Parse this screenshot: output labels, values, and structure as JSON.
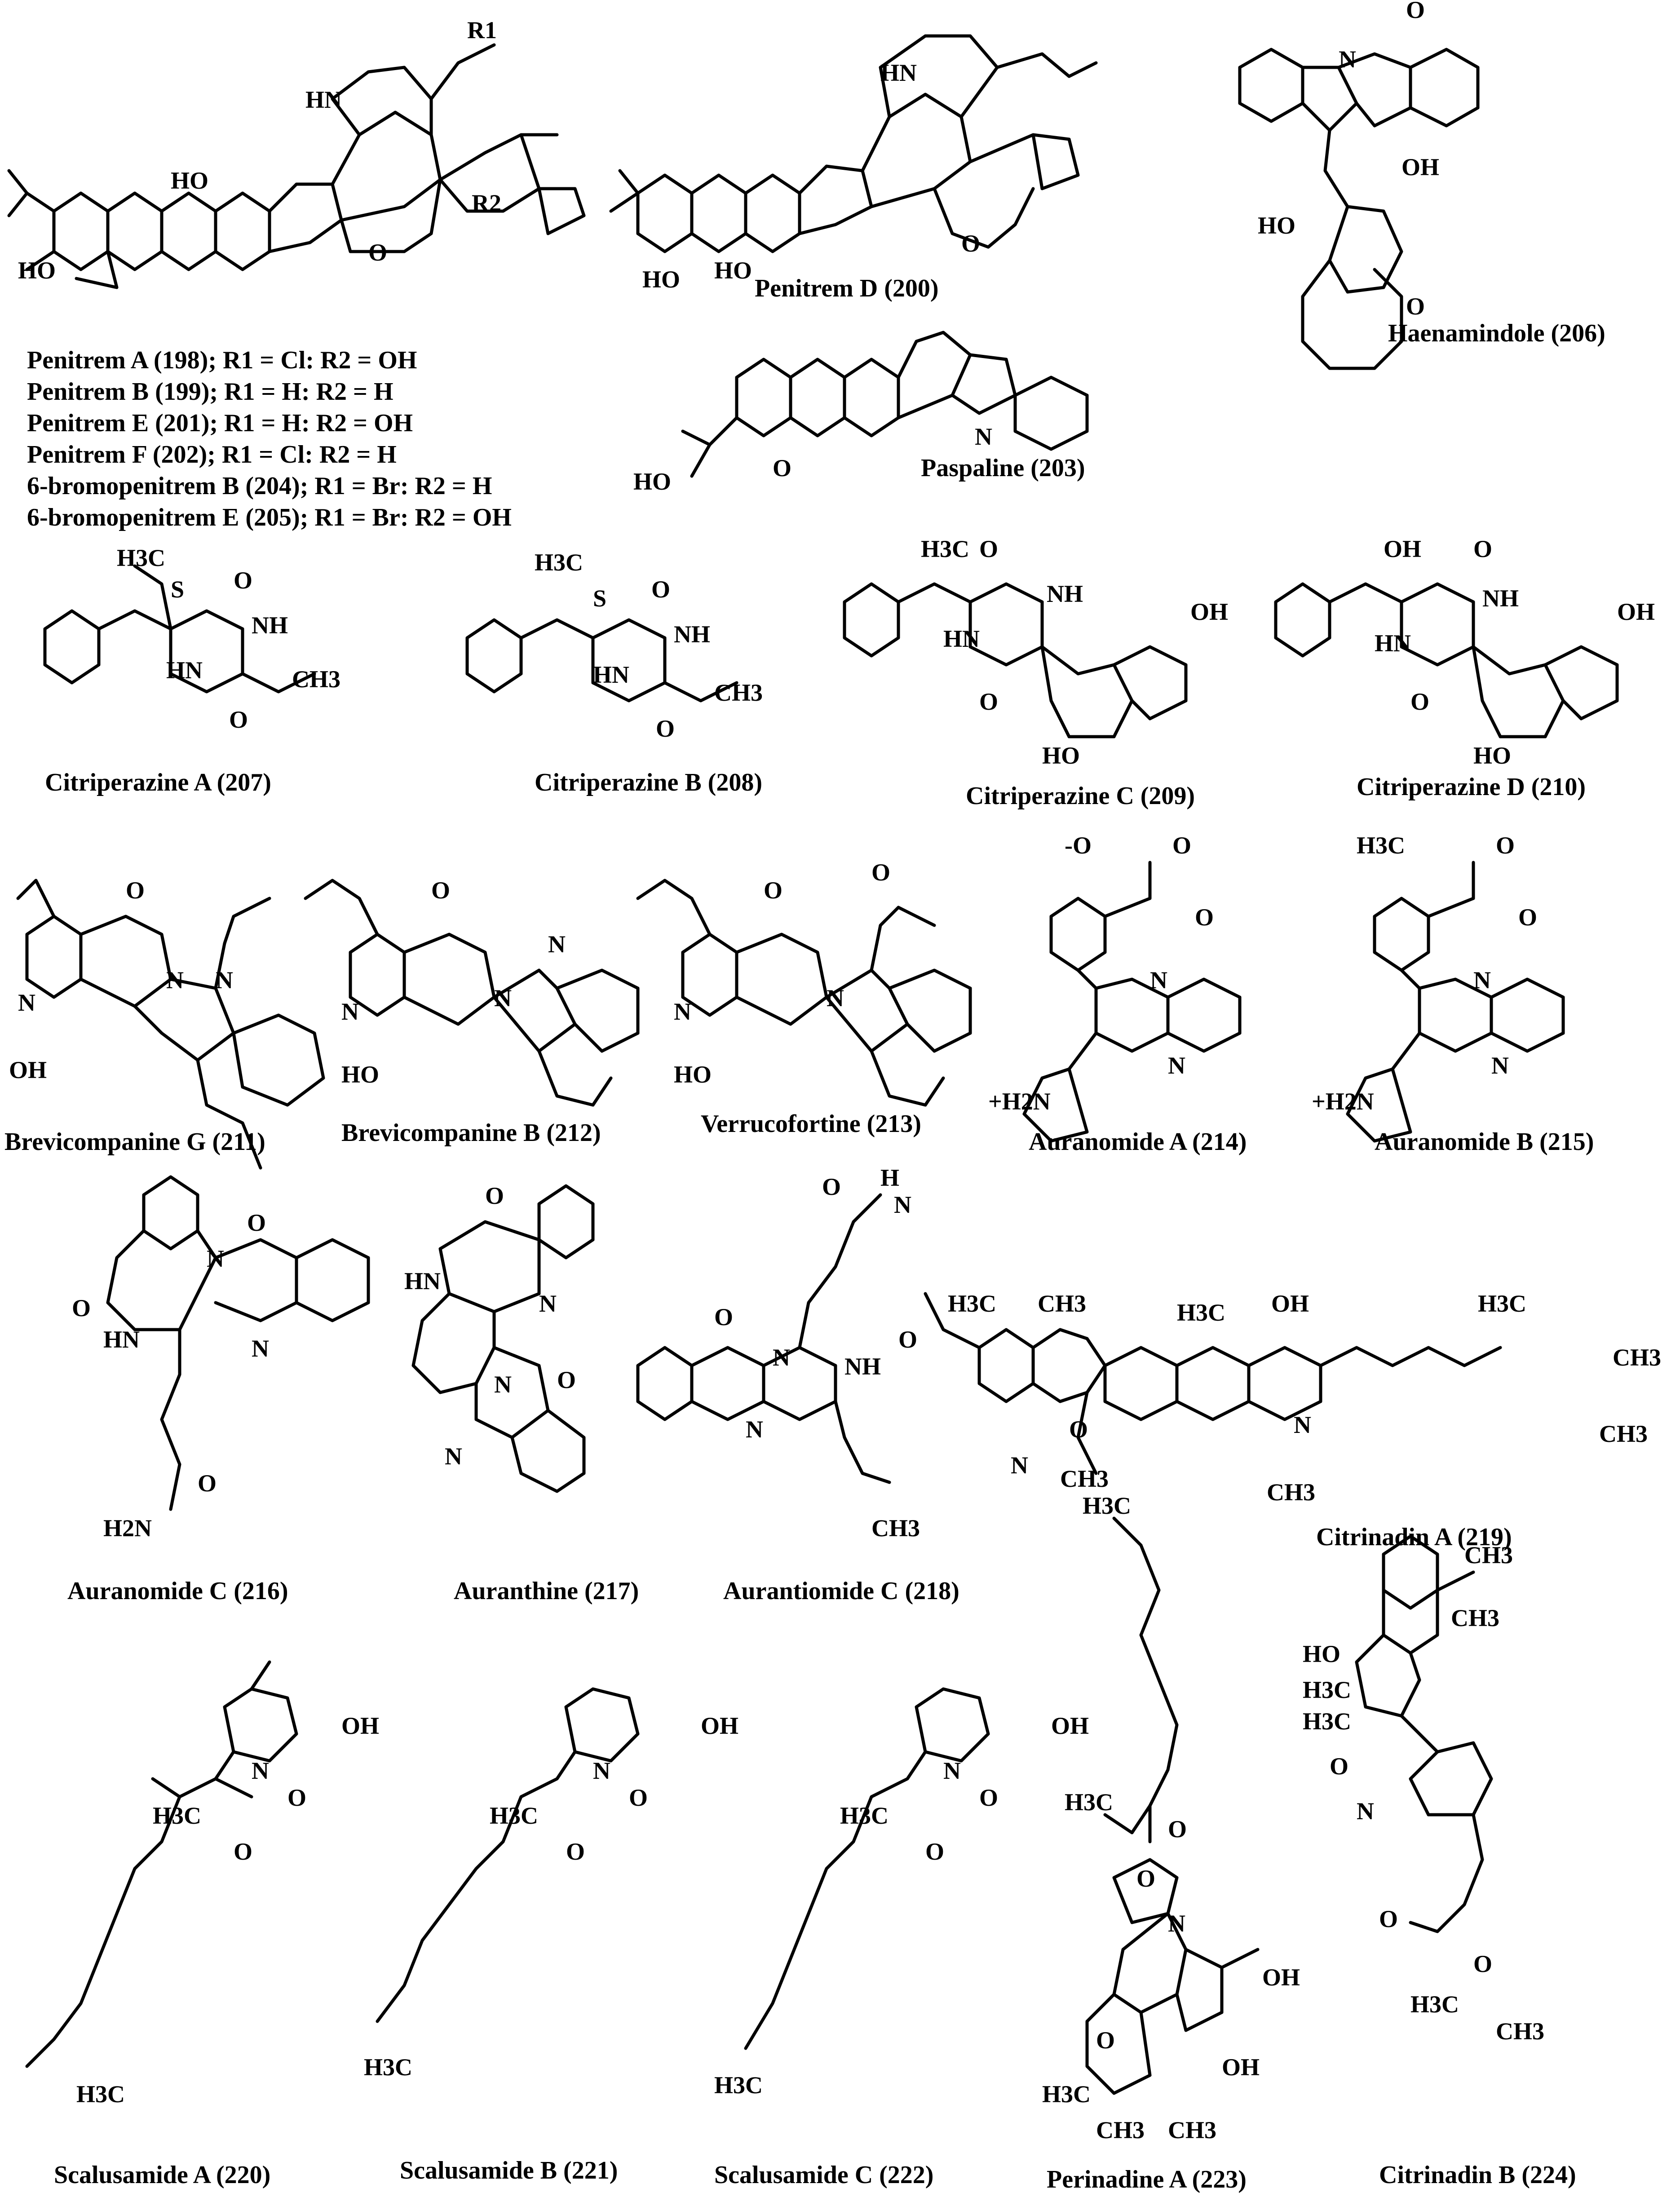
{
  "labels": {
    "penitrem_a": "Penitrem A (198); R1 = Cl: R2 = OH",
    "penitrem_b": "Penitrem B (199); R1 = H: R2 = H",
    "penitrem_e": "Penitrem E (201); R1 = H: R2 = OH",
    "penitrem_f": "Penitrem F (202); R1 = Cl: R2 = H",
    "bromo_b": "6-bromopenitrem B (204); R1 = Br: R2 = H",
    "bromo_e": "6-bromopenitrem E (205); R1 = Br: R2 = OH",
    "penitrem_d": "Penitrem D (200)",
    "haenamindole": "Haenamindole (206)",
    "paspaline": "Paspaline (203)",
    "citriperazine_a": "Citriperazine A (207)",
    "citriperazine_b": "Citriperazine B (208)",
    "citriperazine_c": "Citriperazine C (209)",
    "citriperazine_d": "Citriperazine D (210)",
    "brevicompanine_g": "Brevicompanine G (211)",
    "brevicompanine_b": "Brevicompanine B (212)",
    "verrucofortine": "Verrucofortine (213)",
    "auranomide_a": "Auranomide A (214)",
    "auranomide_b": "Auranomide B (215)",
    "auranomide_c": "Auranomide C (216)",
    "auranthine": "Auranthine (217)",
    "aurantiomide_c": "Aurantiomide C (218)",
    "citrinadin_a": "Citrinadin A (219)",
    "scalusamide_a": "Scalusamide A (220)",
    "scalusamide_b": "Scalusamide B (221)",
    "scalusamide_c": "Scalusamide C (222)",
    "perinadine_a": "Perinadine A (223)",
    "citrinadin_b": "Citrinadin B (224)"
  },
  "atoms": {
    "r1": "R1",
    "r2": "R2",
    "hn": "HN",
    "nh": "NH",
    "n": "N",
    "h": "H",
    "o": "O",
    "ho": "HO",
    "oh": "OH",
    "h3c": "H3C",
    "ch3": "CH3",
    "h2n": "H2N",
    "h2n_plus": "+H2N",
    "o_minus": "-O",
    "s": "S"
  }
}
